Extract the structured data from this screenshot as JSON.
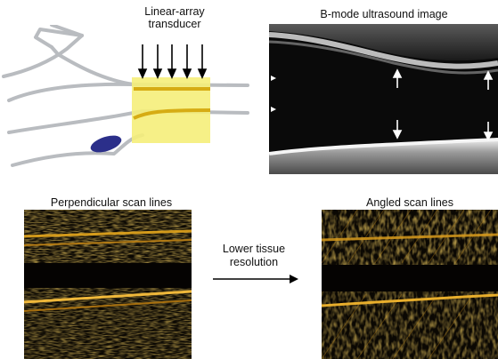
{
  "transducer": {
    "line1": "Linear-array",
    "line2": "transducer"
  },
  "bmode": {
    "title": "B-mode ultrasound image"
  },
  "perpendicular": {
    "title": "Perpendicular scan lines"
  },
  "angled": {
    "title": "Angled scan lines"
  },
  "arrow_caption": {
    "line1": "Lower tissue",
    "line2": "resolution"
  },
  "colors": {
    "transducer": "#f5ee7a",
    "plaque": "#2b2f8a",
    "vessel": "#b9bcc0",
    "speckle": "#e3a51c"
  }
}
